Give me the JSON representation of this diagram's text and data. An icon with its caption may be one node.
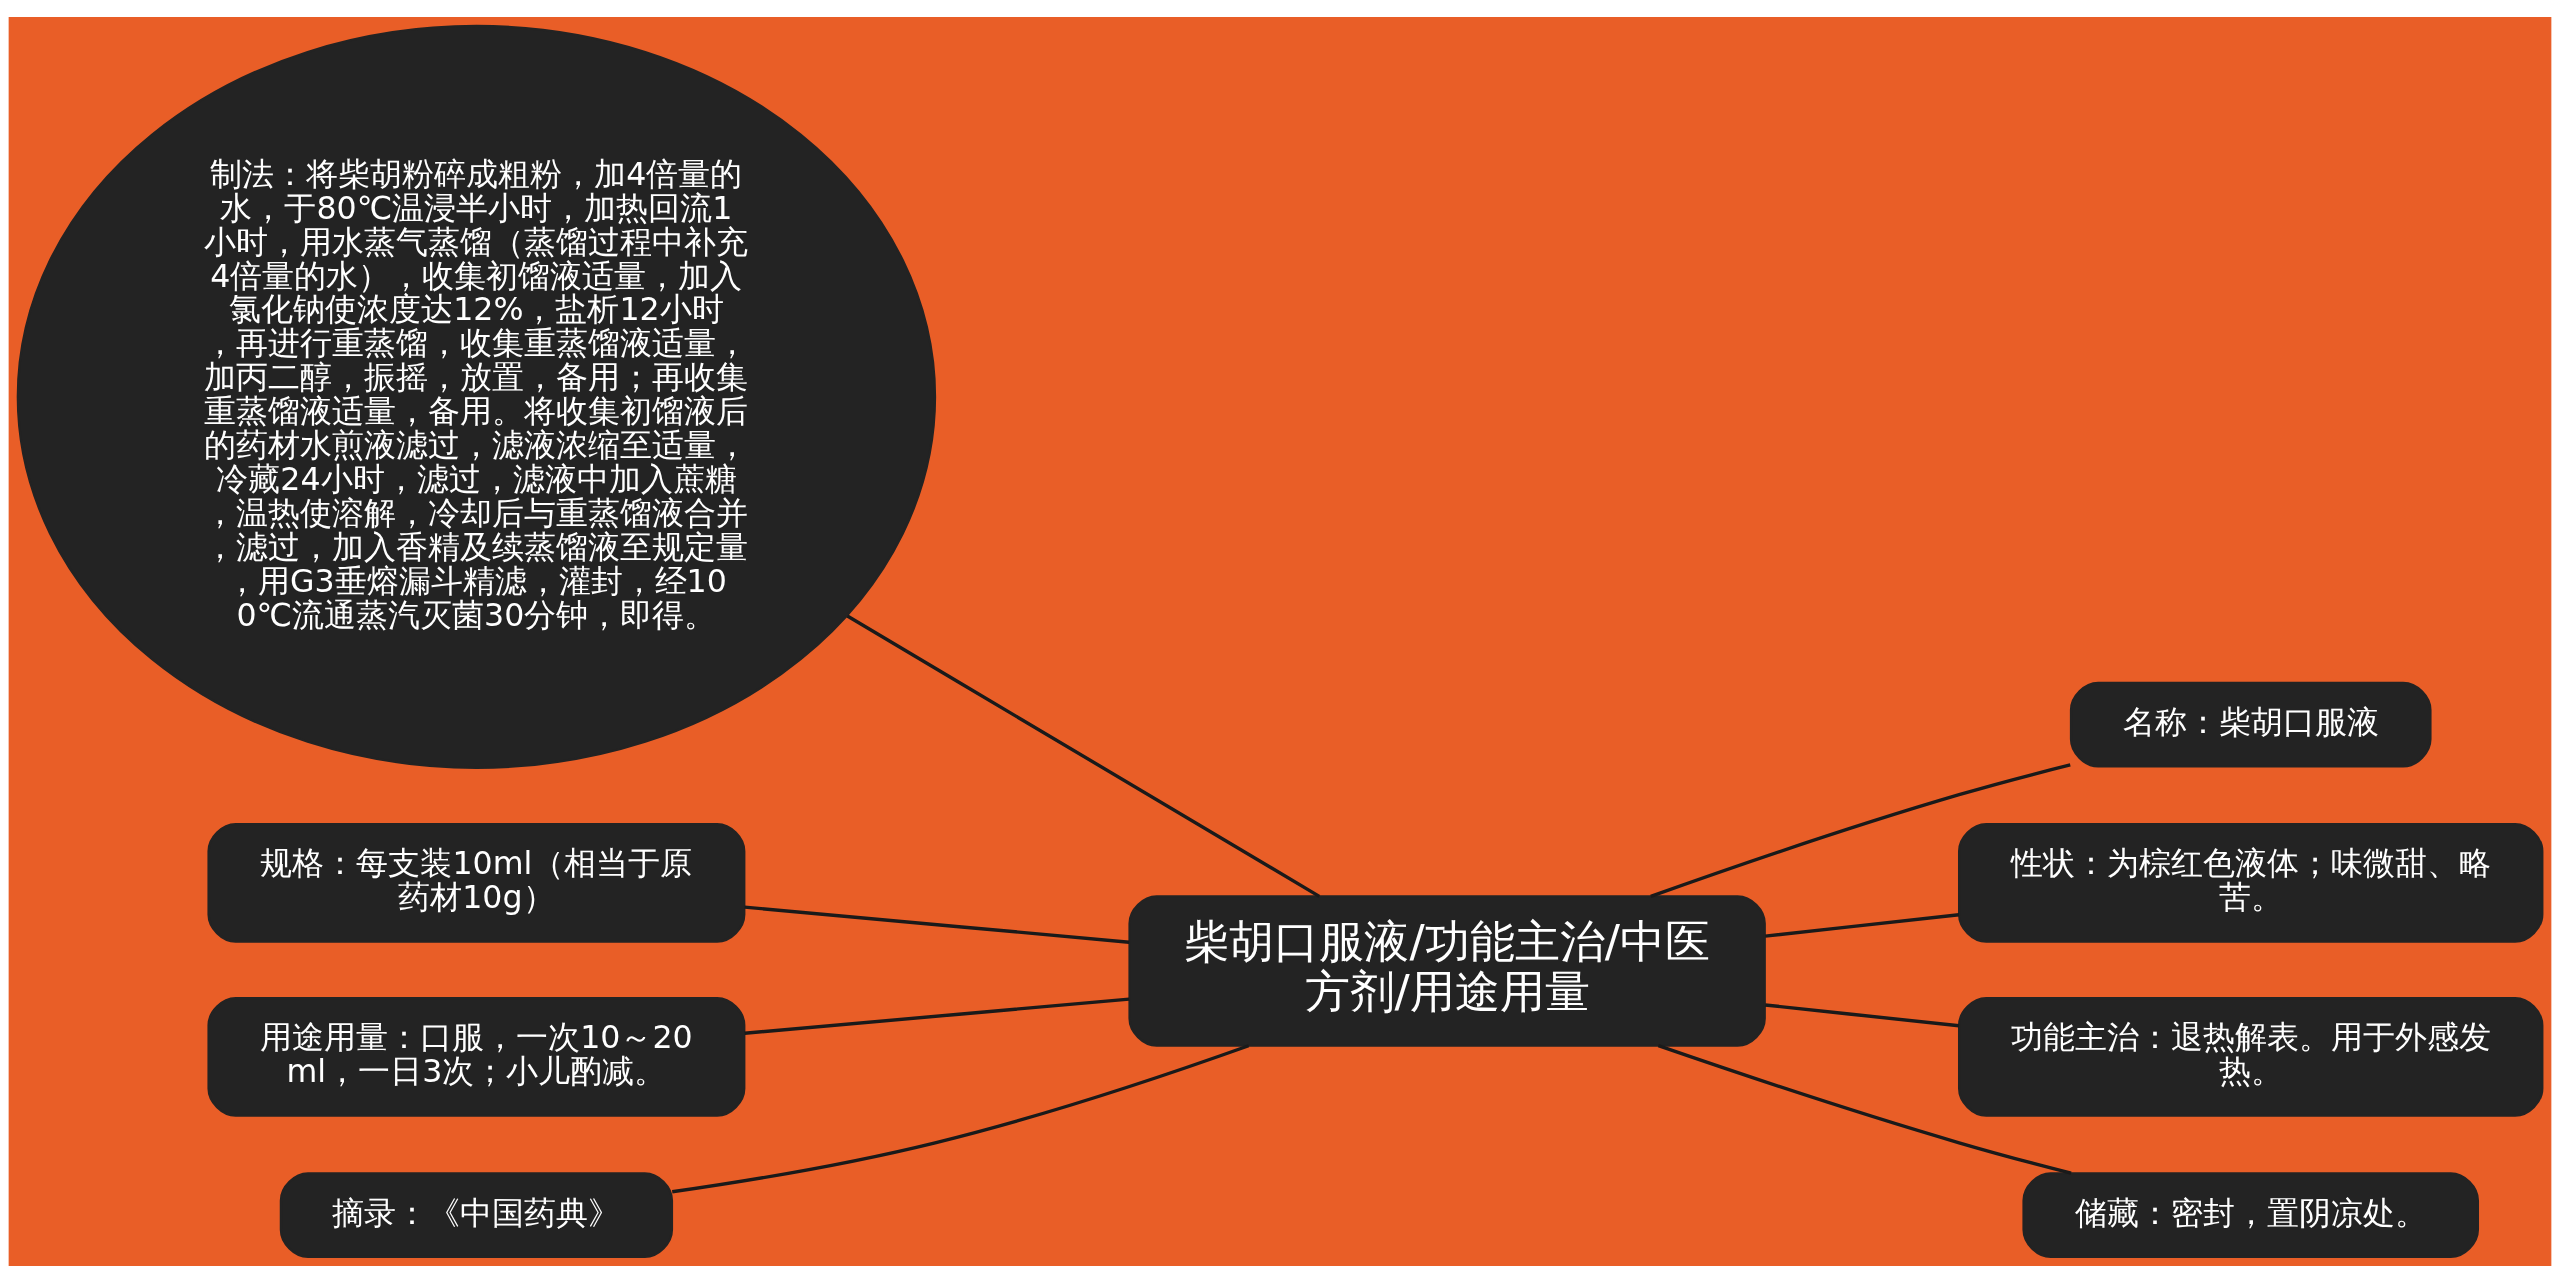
{
  "diagram": {
    "nodes": [
      {
        "text": [
          "柴胡口服液/功能主治/中医方剂/用途用量"
        ]
      },
      {
        "text": [
          "制法：将柴胡粉碎成粗粉，加4倍量的水，于80℃温浸半小时，加热回流1小时，用水蒸气蒸馏（蒸馏过程中补充4倍量的水），收集初馏液适量，加入氯化钠使浓度达12%，盐析12小时，再进行重蒸馏，收集重蒸馏液适量，加丙二醇，振摇，放置，备用；再收集重蒸馏液适量，备用。将收集初馏液后的药材水煎液滤过，滤液浓缩至适量，冷藏24小时，滤过，滤液中加入蔗糖，温热使溶解，冷却后与重蒸馏液合并，滤过，加入香精及续蒸馏液至规定量，用G3垂熔漏斗精滤，灌封，经100℃流通蒸汽灭菌30分钟，即得。"
        ]
      },
      {
        "text": [
          "规格：每支装10ml（相当于原药材10g）"
        ]
      },
      {
        "text": [
          "用途用量：口服，一次10～20ml，一日3次；小儿酌减。"
        ]
      },
      {
        "text": [
          "摘录：《中国药典》"
        ]
      },
      {
        "text": [
          "名称：柴胡口服液"
        ]
      },
      {
        "text": [
          "性状：为棕红色液体；味微甜、略苦。"
        ]
      },
      {
        "text": [
          "功能主治：退热解表。用于外感发热。"
        ]
      },
      {
        "text": [
          "储藏：密封，置阴凉处。"
        ]
      }
    ],
    "edges": [
      {
        "from": 0,
        "to": 1,
        "arrow": "none"
      },
      {
        "from": 0,
        "to": 2,
        "arrow": "none"
      },
      {
        "from": 0,
        "to": 3,
        "arrow": "none"
      },
      {
        "from": 0,
        "to": 4,
        "arrow": "none"
      },
      {
        "from": 0,
        "to": 5,
        "arrow": "none"
      },
      {
        "from": 0,
        "to": 6,
        "arrow": "none"
      },
      {
        "from": 0,
        "to": 7,
        "arrow": "none"
      },
      {
        "from": 0,
        "to": 8,
        "arrow": "none"
      }
    ]
  }
}
